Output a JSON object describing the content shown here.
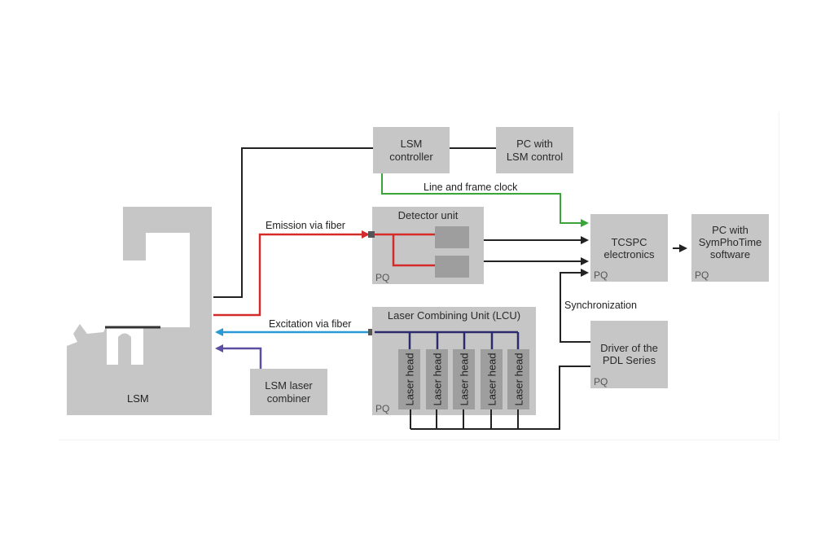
{
  "diagram": {
    "nodes": {
      "lsm": {
        "label": "LSM"
      },
      "lsm_controller": {
        "line1": "LSM",
        "line2": "controller"
      },
      "pc_lsm_control": {
        "line1": "PC with",
        "line2": "LSM control"
      },
      "detector_unit": {
        "title": "Detector unit",
        "brand": "PQ"
      },
      "lcu": {
        "title": "Laser Combining Unit (LCU)",
        "brand": "PQ",
        "heads": [
          "Laser head",
          "Laser head",
          "Laser head",
          "Laser head",
          "Laser head"
        ]
      },
      "tcspc": {
        "line1": "TCSPC",
        "line2": "electronics",
        "brand": "PQ"
      },
      "pc_symphotime": {
        "line1": "PC with",
        "line2": "SymPhoTime",
        "line3": "software",
        "brand": "PQ"
      },
      "pdl_driver": {
        "line1": "Driver of the",
        "line2": "PDL Series",
        "brand": "PQ"
      },
      "lsm_laser_combiner": {
        "line1": "LSM laser",
        "line2": "combiner"
      }
    },
    "connections": {
      "emission": {
        "label": "Emission via fiber",
        "color": "#d42a2a"
      },
      "excitation": {
        "label": "Excitation via fiber",
        "color": "#2a9ad6"
      },
      "clock": {
        "label": "Line and frame clock",
        "color": "#3aa63a"
      },
      "sync": {
        "label": "Synchronization",
        "color": "#222222"
      },
      "laser_combiner": {
        "color": "#5a4fa0"
      },
      "lcu_bus": {
        "color": "#2b2a6e"
      },
      "control": {
        "color": "#222222"
      }
    }
  }
}
